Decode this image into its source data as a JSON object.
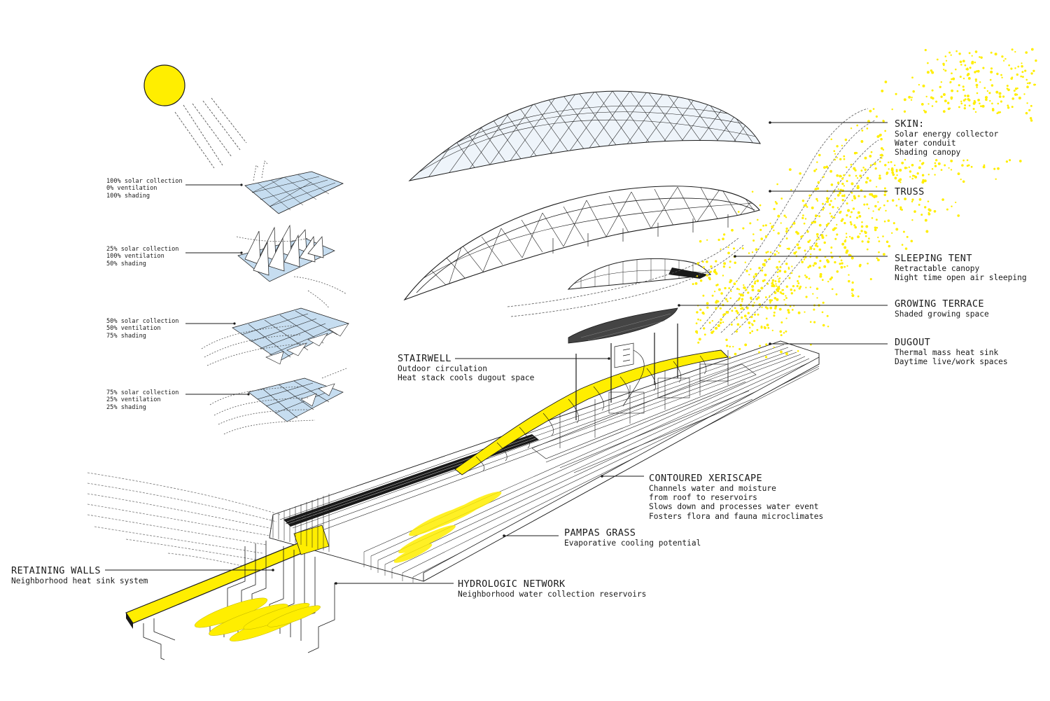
{
  "colors": {
    "accent_yellow": "#ffee00",
    "panel_blue": "#c6ddf0",
    "line": "#1a1a1a"
  },
  "icons": [
    "sun-icon",
    "solar-ray-arrows",
    "airflow-arrows"
  ],
  "panels": [
    {
      "lines": [
        "100% solar collection",
        "0% ventilation",
        "100% shading"
      ]
    },
    {
      "lines": [
        "25% solar collection",
        "100% ventilation",
        "50% shading"
      ]
    },
    {
      "lines": [
        "50% solar collection",
        "50% ventilation",
        "75% shading"
      ]
    },
    {
      "lines": [
        "75% solar collection",
        "25% ventilation",
        "25% shading"
      ]
    }
  ],
  "labels": {
    "skin": {
      "title": "SKIN:",
      "lines": [
        "Solar energy collector",
        "Water conduit",
        "Shading canopy"
      ]
    },
    "truss": {
      "title": "TRUSS"
    },
    "sleeping_tent": {
      "title": "SLEEPING TENT",
      "lines": [
        "Retractable canopy",
        "Night time open air sleeping"
      ]
    },
    "growing_terrace": {
      "title": "GROWING TERRACE",
      "lines": [
        "Shaded growing space"
      ]
    },
    "dugout": {
      "title": "DUGOUT",
      "lines": [
        "Thermal mass heat sink",
        "Daytime live/work spaces"
      ]
    },
    "stairwell": {
      "title": "STAIRWELL",
      "lines": [
        "Outdoor circulation",
        "Heat stack cools dugout space"
      ]
    },
    "contoured_xeriscape": {
      "title": "CONTOURED XERISCAPE",
      "lines": [
        "Channels water and moisture",
        "from roof to reservoirs",
        "Slows down and processes water event",
        "Fosters flora and fauna microclimates"
      ]
    },
    "pampas_grass": {
      "title": "PAMPAS GRASS",
      "lines": [
        "Evaporative cooling potential"
      ]
    },
    "retaining_walls": {
      "title": "RETAINING WALLS",
      "lines": [
        "Neighborhood heat sink system"
      ]
    },
    "hydrologic_network": {
      "title": "HYDROLOGIC NETWORK",
      "lines": [
        "Neighborhood water collection reservoirs"
      ]
    }
  }
}
